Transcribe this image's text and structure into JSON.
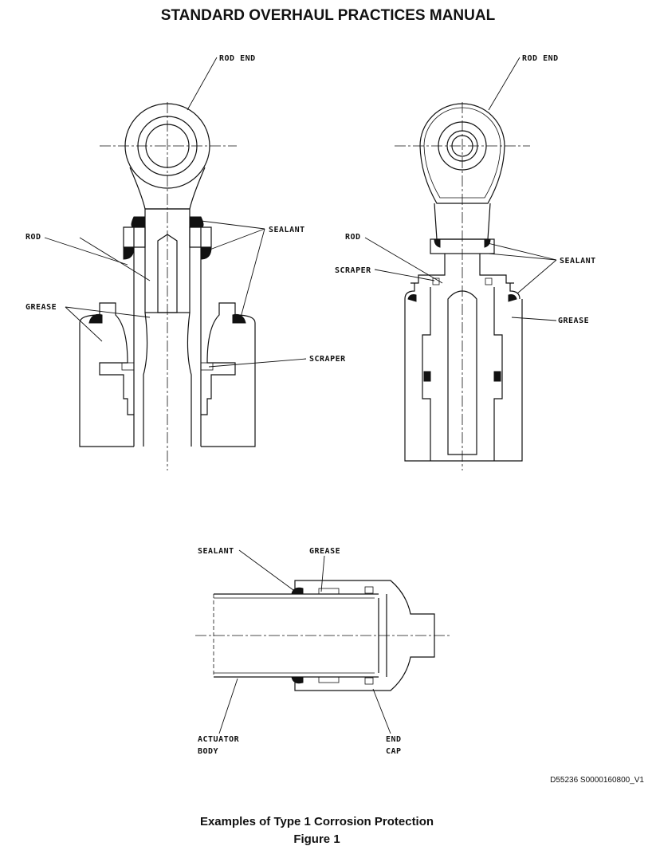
{
  "header": {
    "title": "STANDARD OVERHAUL PRACTICES MANUAL"
  },
  "figure": {
    "left_view": {
      "rod_end": "ROD END",
      "rod": "ROD",
      "grease": "GREASE",
      "sealant": "SEALANT",
      "scraper": "SCRAPER"
    },
    "right_view": {
      "rod_end": "ROD END",
      "rod": "ROD",
      "scraper": "SCRAPER",
      "sealant": "SEALANT",
      "grease": "GREASE"
    },
    "bottom_view": {
      "sealant": "SEALANT",
      "grease": "GREASE",
      "actuator_line1": "ACTUATOR",
      "actuator_line2": "BODY",
      "endcap_line1": "END",
      "endcap_line2": "CAP"
    },
    "reference_id": "D55236 S0000160800_V1"
  },
  "caption": {
    "line1": "Examples of Type 1 Corrosion Protection",
    "line2": "Figure 1"
  }
}
